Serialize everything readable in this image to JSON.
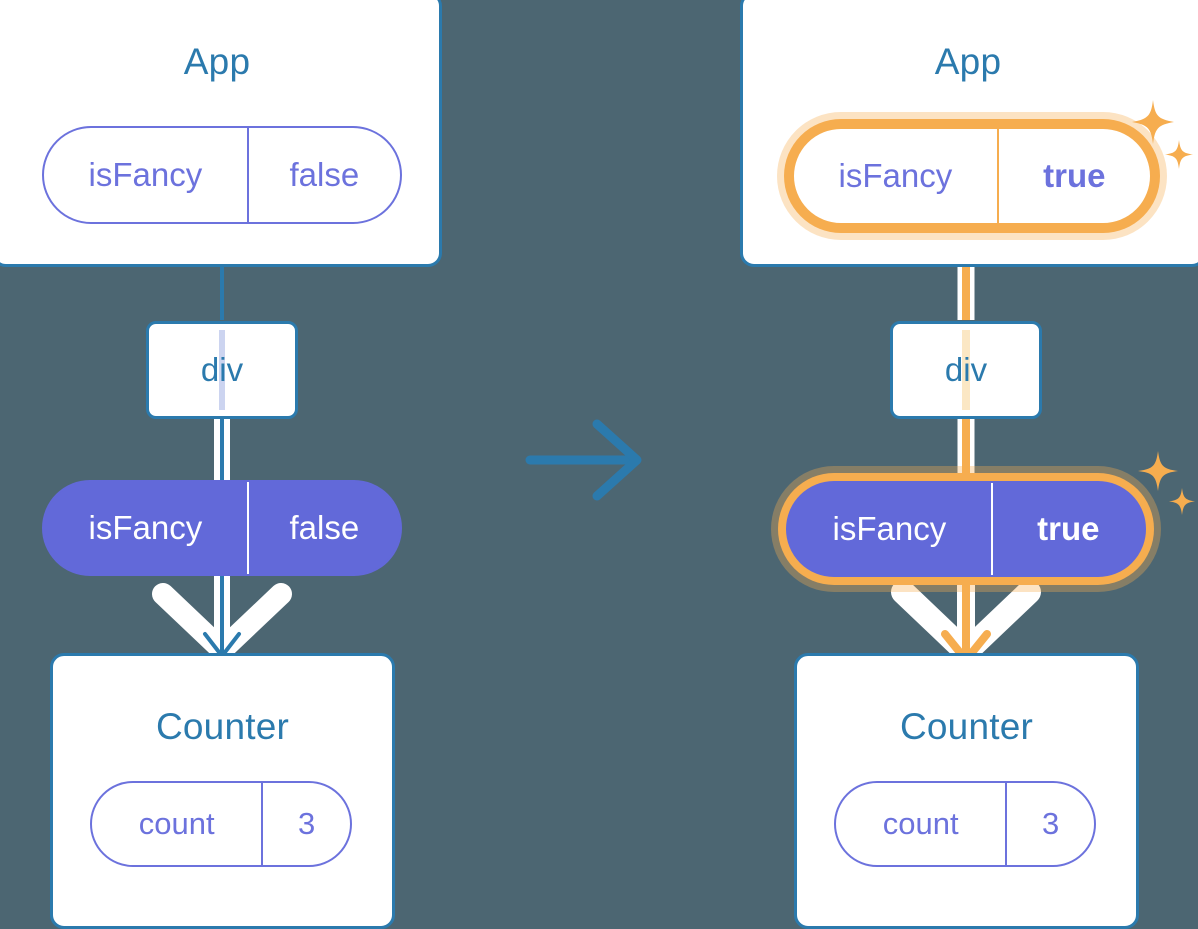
{
  "diagram": {
    "title": "React state propagation before and after isFancy changes",
    "background_color": "#4c6672",
    "accent_blue": "#2b7aad",
    "accent_purple": "#6269d9",
    "accent_purple_outline": "#6c72dd",
    "highlight_orange": "#f6ad4f",
    "highlight_glow": "rgba(246,173,79,0.34)",
    "card_bg": "#ffffff",
    "transition_arrow_icon": "right-arrow-icon"
  },
  "panels": [
    {
      "id": "before",
      "app": {
        "title": "App",
        "state": {
          "key": "isFancy",
          "value": "false",
          "highlighted": false,
          "value_bold": false
        }
      },
      "div": {
        "label": "div",
        "wire_color": "#ccd4f0"
      },
      "prop": {
        "key": "isFancy",
        "value": "false",
        "highlighted": false,
        "value_bold": false
      },
      "arrow": {
        "color": "#2b7aad",
        "direction": "down",
        "icon": "down-arrow-icon"
      },
      "counter": {
        "title": "Counter",
        "state": {
          "key": "count",
          "value": "3"
        }
      }
    },
    {
      "id": "after",
      "app": {
        "title": "App",
        "state": {
          "key": "isFancy",
          "value": "true",
          "highlighted": true,
          "value_bold": true
        }
      },
      "div": {
        "label": "div",
        "wire_color": "#fbe7c4"
      },
      "prop": {
        "key": "isFancy",
        "value": "true",
        "highlighted": true,
        "value_bold": true
      },
      "arrow": {
        "color": "#f6ad4f",
        "direction": "down",
        "icon": "down-arrow-icon"
      },
      "counter": {
        "title": "Counter",
        "state": {
          "key": "count",
          "value": "3"
        }
      },
      "sparkle_icons": [
        "sparkle-icon",
        "sparkle-icon"
      ]
    }
  ]
}
